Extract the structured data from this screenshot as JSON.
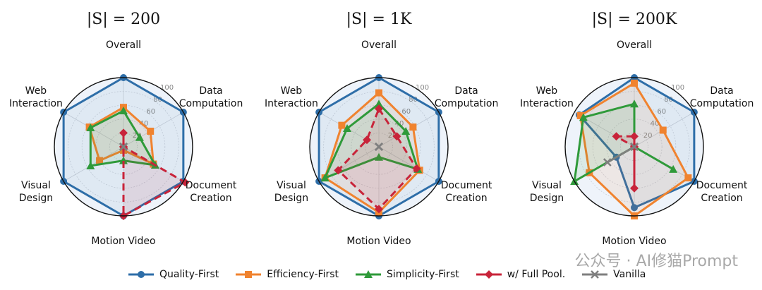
{
  "chart_data": [
    {
      "type": "radar",
      "title": "|S| = 200",
      "axes": [
        "Overall",
        "Data\nComputation",
        "Document\nCreation",
        "Motion Video",
        "Visual\nDesign",
        "Web\nInteraction"
      ],
      "rlim": [
        0,
        100
      ],
      "rticks": [
        20,
        40,
        60,
        80,
        100
      ],
      "series": [
        {
          "name": "Quality-First",
          "values": [
            100,
            100,
            100,
            100,
            100,
            100
          ]
        },
        {
          "name": "Efficiency-First",
          "values": [
            57,
            45,
            50,
            5,
            40,
            57
          ]
        },
        {
          "name": "Simplicity-First",
          "values": [
            52,
            27,
            53,
            20,
            55,
            55
          ]
        },
        {
          "name": "w/ Full Pool.",
          "values": [
            20,
            0,
            103,
            100,
            0,
            0
          ]
        },
        {
          "name": "Vanilla",
          "values": [
            0,
            0,
            0,
            0,
            0,
            0
          ]
        }
      ]
    },
    {
      "type": "radar",
      "title": "|S| = 1K",
      "axes": [
        "Overall",
        "Data\nComputation",
        "Document\nCreation",
        "Motion Video",
        "Visual\nDesign",
        "Web\nInteraction"
      ],
      "rlim": [
        0,
        100
      ],
      "rticks": [
        20,
        40,
        60,
        80,
        100
      ],
      "series": [
        {
          "name": "Quality-First",
          "values": [
            100,
            100,
            100,
            100,
            100,
            100
          ]
        },
        {
          "name": "Efficiency-First",
          "values": [
            78,
            57,
            68,
            95,
            90,
            62
          ]
        },
        {
          "name": "Simplicity-First",
          "values": [
            62,
            45,
            65,
            15,
            90,
            53
          ]
        },
        {
          "name": "w/ Full Pool.",
          "values": [
            55,
            30,
            63,
            90,
            68,
            20
          ]
        },
        {
          "name": "Vanilla",
          "values": [
            0,
            0,
            0,
            0,
            0,
            0
          ]
        }
      ]
    },
    {
      "type": "radar",
      "title": "|S| = 200K",
      "axes": [
        "Overall",
        "Data\nComputation",
        "Document\nCreation",
        "Motion Video",
        "Visual\nDesign",
        "Web\nInteraction"
      ],
      "rlim": [
        0,
        100
      ],
      "rticks": [
        20,
        40,
        60,
        80,
        100
      ],
      "series": [
        {
          "name": "Quality-First",
          "values": [
            100,
            100,
            100,
            88,
            30,
            92
          ]
        },
        {
          "name": "Efficiency-First",
          "values": [
            92,
            48,
            90,
            100,
            75,
            90
          ]
        },
        {
          "name": "Simplicity-First",
          "values": [
            62,
            0,
            65,
            0,
            100,
            85
          ]
        },
        {
          "name": "w/ Full Pool.",
          "values": [
            15,
            0,
            0,
            60,
            0,
            30
          ]
        },
        {
          "name": "Vanilla",
          "values": [
            0,
            0,
            0,
            0,
            45,
            0
          ]
        }
      ]
    }
  ],
  "legend": [
    {
      "label": "Quality-First",
      "color": "#2e6ea8",
      "marker": "circle"
    },
    {
      "label": "Efficiency-First",
      "color": "#f0832f",
      "marker": "square"
    },
    {
      "label": "Simplicity-First",
      "color": "#2f9a3a",
      "marker": "triangle"
    },
    {
      "label": "w/ Full Pool.",
      "color": "#c8243a",
      "marker": "diamond"
    },
    {
      "label": "Vanilla",
      "color": "#7f7f7f",
      "marker": "x"
    }
  ],
  "watermark": "公众号 · AI修猫Prompt"
}
